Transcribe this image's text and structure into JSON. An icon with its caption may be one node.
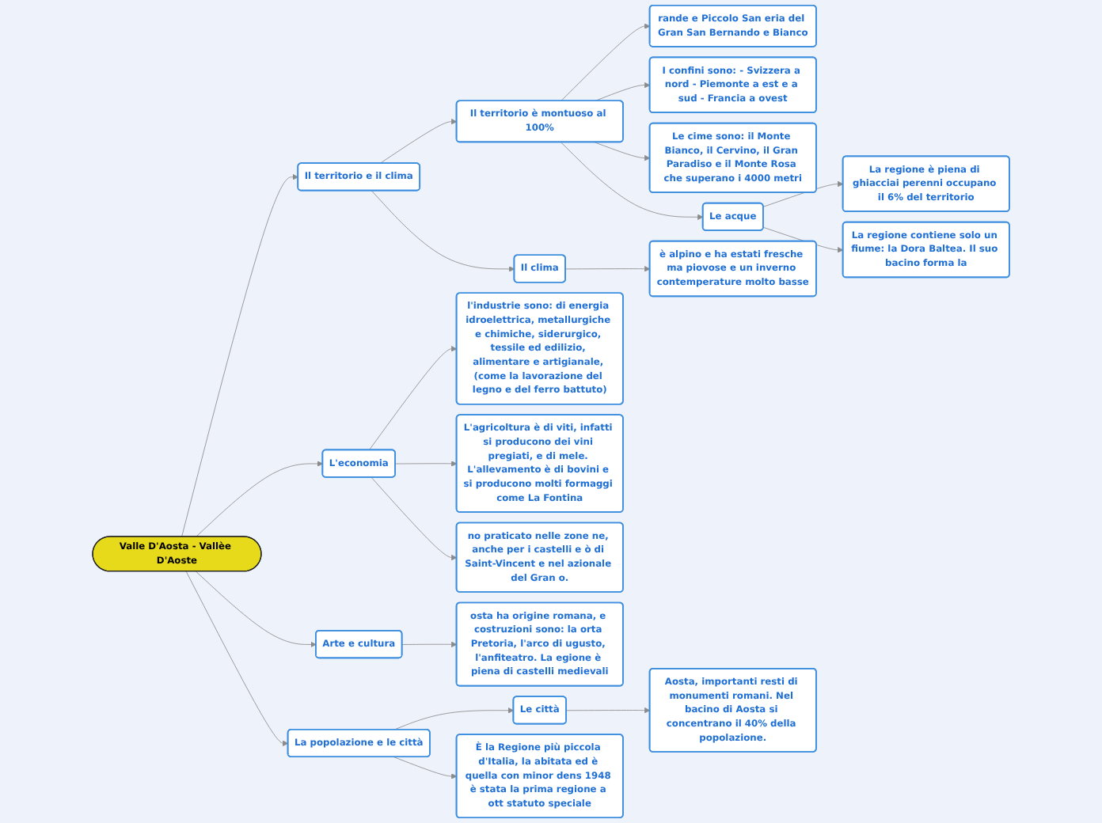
{
  "diagram": {
    "nodes": [
      {
        "text": [
          "l'industrie sono: di energia idroelettrica, metallurgiche e chimiche, siderurgico, tessile ed edilizio, alimentare e artigianale, (come la lavorazione del legno e del ferro battuto)"
        ]
      },
      {
        "text": [
          "L'agricoltura è di viti, infatti si producono dei vini pregiati, e di mele. L'allevamento è di bovini e si producono molti formaggi come La Fontina"
        ]
      },
      {
        "text": [
          "L'economia"
        ]
      },
      {
        "text": [
          "no praticato nelle zone ne, anche per i castelli e ò di Saint-Vincent e nel azionale del Gran o."
        ]
      },
      {
        "text": [
          "Aosta, importanti resti di monumenti romani. Nel bacino di Aosta si concentrano il 40% della popolazione."
        ]
      },
      {
        "text": [
          "Valle D'Aosta - Vallèe D'Aoste"
        ]
      },
      {
        "text": [
          "Le città"
        ]
      },
      {
        "text": [
          "Arte e cultura"
        ]
      },
      {
        "text": [
          "Il territorio e il clima"
        ]
      },
      {
        "text": [
          "La popolazione e le città"
        ]
      },
      {
        "text": [
          "osta ha origine romana, e costruzioni sono: la orta Pretoria, l'arco di ugusto, l'anfiteatro. La egione è piena di castelli medievali"
        ]
      },
      {
        "text": [
          "Il territorio è montuoso al 100%"
        ]
      },
      {
        "text": [
          "Il clima"
        ]
      },
      {
        "text": [
          "è alpino e ha estati fresche ma piovose e un inverno contemperature molto basse"
        ]
      },
      {
        "text": [
          "rande e Piccolo San eria del Gran San Bernando e Bianco"
        ]
      },
      {
        "text": [
          "Le acque"
        ]
      },
      {
        "text": [
          "È la Regione più piccola d'Italia, la abitata ed è quella con minor dens 1948 è stata la prima regione a ott statuto speciale"
        ]
      },
      {
        "text": [
          "I confini sono: - Svizzera a nord - Piemonte a est e a sud - Francia a ovest"
        ]
      },
      {
        "text": [
          "Le cime sono: il Monte Bianco, il Cervino, il Gran Paradiso e il Monte Rosa che superano i 4000 metri"
        ]
      },
      {
        "text": [
          "La regione è piena di ghiacciai perenni occupano il 6% del territorio"
        ]
      },
      {
        "text": [
          "La regione contiene solo un fiume: la Dora Baltea. Il suo bacino forma la"
        ]
      }
    ],
    "edges": [
      {
        "from": 5,
        "to": 8,
        "arrow": "to"
      },
      {
        "from": 8,
        "to": 11,
        "arrow": "to"
      },
      {
        "from": 8,
        "to": 12,
        "arrow": "to"
      },
      {
        "from": 11,
        "to": 14,
        "arrow": "to"
      },
      {
        "from": 11,
        "to": 17,
        "arrow": "to"
      },
      {
        "from": 11,
        "to": 18,
        "arrow": "to"
      },
      {
        "from": 11,
        "to": 15,
        "arrow": "to"
      },
      {
        "from": 15,
        "to": 19,
        "arrow": "to"
      },
      {
        "from": 15,
        "to": 20,
        "arrow": "to"
      },
      {
        "from": 12,
        "to": 13,
        "arrow": "to"
      },
      {
        "from": 5,
        "to": 2,
        "arrow": "to"
      },
      {
        "from": 2,
        "to": 0,
        "arrow": "to"
      },
      {
        "from": 2,
        "to": 1,
        "arrow": "to"
      },
      {
        "from": 2,
        "to": 3,
        "arrow": "to"
      },
      {
        "from": 5,
        "to": 7,
        "arrow": "to"
      },
      {
        "from": 7,
        "to": 10,
        "arrow": "to"
      },
      {
        "from": 5,
        "to": 9,
        "arrow": "to"
      },
      {
        "from": 9,
        "to": 6,
        "arrow": "to"
      },
      {
        "from": 6,
        "to": 4,
        "arrow": "to"
      },
      {
        "from": 9,
        "to": 16,
        "arrow": "to"
      }
    ]
  }
}
